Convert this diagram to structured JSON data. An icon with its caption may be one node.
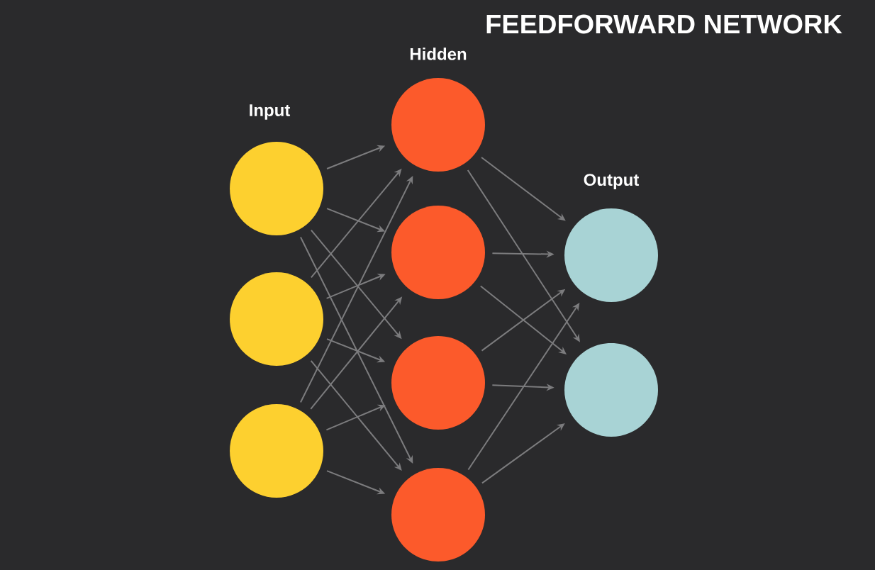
{
  "diagram": {
    "title": "FEEDFORWARD NETWORK",
    "nodes": [
      {
        "text": [],
        "shape": "circle"
      },
      {
        "text": [],
        "shape": "circle"
      },
      {
        "text": [],
        "shape": "circle"
      },
      {
        "text": [],
        "shape": "circle"
      },
      {
        "text": [],
        "shape": "circle"
      },
      {
        "text": [],
        "shape": "circle"
      },
      {
        "text": [],
        "shape": "circle"
      },
      {
        "text": [],
        "shape": "circle"
      },
      {
        "text": [],
        "shape": "circle"
      }
    ],
    "edges": [
      {
        "from": 0,
        "to": 3,
        "arrow": "to"
      },
      {
        "from": 0,
        "to": 4,
        "arrow": "to"
      },
      {
        "from": 0,
        "to": 5,
        "arrow": "to"
      },
      {
        "from": 0,
        "to": 6,
        "arrow": "to"
      },
      {
        "from": 1,
        "to": 3,
        "arrow": "to"
      },
      {
        "from": 1,
        "to": 4,
        "arrow": "to"
      },
      {
        "from": 1,
        "to": 5,
        "arrow": "to"
      },
      {
        "from": 1,
        "to": 6,
        "arrow": "to"
      },
      {
        "from": 2,
        "to": 3,
        "arrow": "to"
      },
      {
        "from": 2,
        "to": 4,
        "arrow": "to"
      },
      {
        "from": 2,
        "to": 5,
        "arrow": "to"
      },
      {
        "from": 2,
        "to": 6,
        "arrow": "to"
      },
      {
        "from": 3,
        "to": 7,
        "arrow": "to"
      },
      {
        "from": 3,
        "to": 8,
        "arrow": "to"
      },
      {
        "from": 4,
        "to": 7,
        "arrow": "to"
      },
      {
        "from": 4,
        "to": 8,
        "arrow": "to"
      },
      {
        "from": 5,
        "to": 7,
        "arrow": "to"
      },
      {
        "from": 5,
        "to": 8,
        "arrow": "to"
      },
      {
        "from": 6,
        "to": 7,
        "arrow": "to"
      },
      {
        "from": 6,
        "to": 8,
        "arrow": "to"
      }
    ],
    "labels": [
      "Hidden",
      "Input",
      "Output"
    ]
  }
}
